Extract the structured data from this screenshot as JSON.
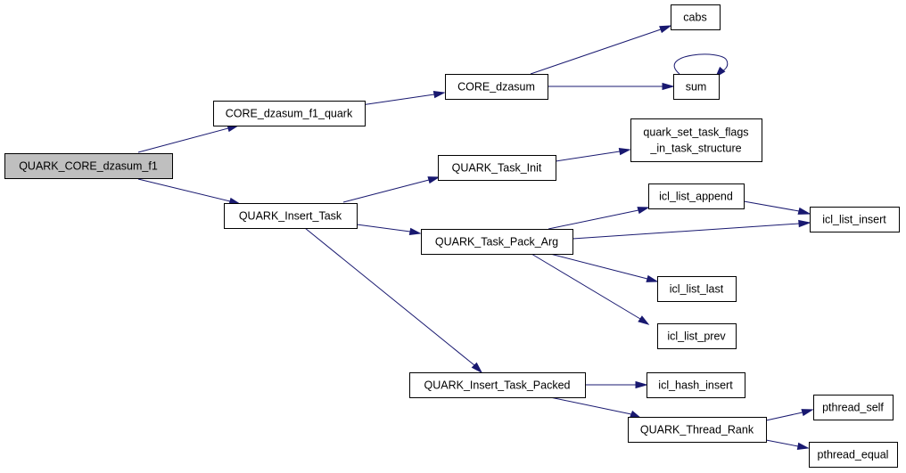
{
  "graph": {
    "node_fill": "#ffffff",
    "root_fill": "#bfbfbf",
    "edge_color": "#191970",
    "nodes": [
      {
        "id": "root",
        "lines": [
          "QUARK_CORE_dzasum_f1"
        ],
        "root": true
      },
      {
        "id": "core_f1_quark",
        "lines": [
          "CORE_dzasum_f1_quark"
        ]
      },
      {
        "id": "core_dzasum",
        "lines": [
          "CORE_dzasum"
        ]
      },
      {
        "id": "cabs",
        "lines": [
          "cabs"
        ]
      },
      {
        "id": "sum",
        "lines": [
          "sum"
        ]
      },
      {
        "id": "insert_task",
        "lines": [
          "QUARK_Insert_Task"
        ]
      },
      {
        "id": "task_init",
        "lines": [
          "QUARK_Task_Init"
        ]
      },
      {
        "id": "set_flags",
        "lines": [
          "quark_set_task_flags",
          "_in_task_structure"
        ]
      },
      {
        "id": "pack_arg",
        "lines": [
          "QUARK_Task_Pack_Arg"
        ]
      },
      {
        "id": "list_append",
        "lines": [
          "icl_list_append"
        ]
      },
      {
        "id": "list_insert",
        "lines": [
          "icl_list_insert"
        ]
      },
      {
        "id": "list_last",
        "lines": [
          "icl_list_last"
        ]
      },
      {
        "id": "list_prev",
        "lines": [
          "icl_list_prev"
        ]
      },
      {
        "id": "insert_packed",
        "lines": [
          "QUARK_Insert_Task_Packed"
        ]
      },
      {
        "id": "hash_insert",
        "lines": [
          "icl_hash_insert"
        ]
      },
      {
        "id": "thread_rank",
        "lines": [
          "QUARK_Thread_Rank"
        ]
      },
      {
        "id": "pthread_self",
        "lines": [
          "pthread_self"
        ]
      },
      {
        "id": "pthread_equal",
        "lines": [
          "pthread_equal"
        ]
      }
    ],
    "edges": [
      {
        "from": "root",
        "to": "core_f1_quark"
      },
      {
        "from": "root",
        "to": "insert_task"
      },
      {
        "from": "core_f1_quark",
        "to": "core_dzasum"
      },
      {
        "from": "core_dzasum",
        "to": "cabs"
      },
      {
        "from": "core_dzasum",
        "to": "sum"
      },
      {
        "from": "sum",
        "to": "sum"
      },
      {
        "from": "insert_task",
        "to": "task_init"
      },
      {
        "from": "insert_task",
        "to": "pack_arg"
      },
      {
        "from": "insert_task",
        "to": "insert_packed"
      },
      {
        "from": "task_init",
        "to": "set_flags"
      },
      {
        "from": "pack_arg",
        "to": "list_append"
      },
      {
        "from": "pack_arg",
        "to": "list_insert"
      },
      {
        "from": "pack_arg",
        "to": "list_last"
      },
      {
        "from": "pack_arg",
        "to": "list_prev"
      },
      {
        "from": "list_append",
        "to": "list_insert"
      },
      {
        "from": "insert_packed",
        "to": "hash_insert"
      },
      {
        "from": "insert_packed",
        "to": "thread_rank"
      },
      {
        "from": "thread_rank",
        "to": "pthread_self"
      },
      {
        "from": "thread_rank",
        "to": "pthread_equal"
      }
    ]
  }
}
